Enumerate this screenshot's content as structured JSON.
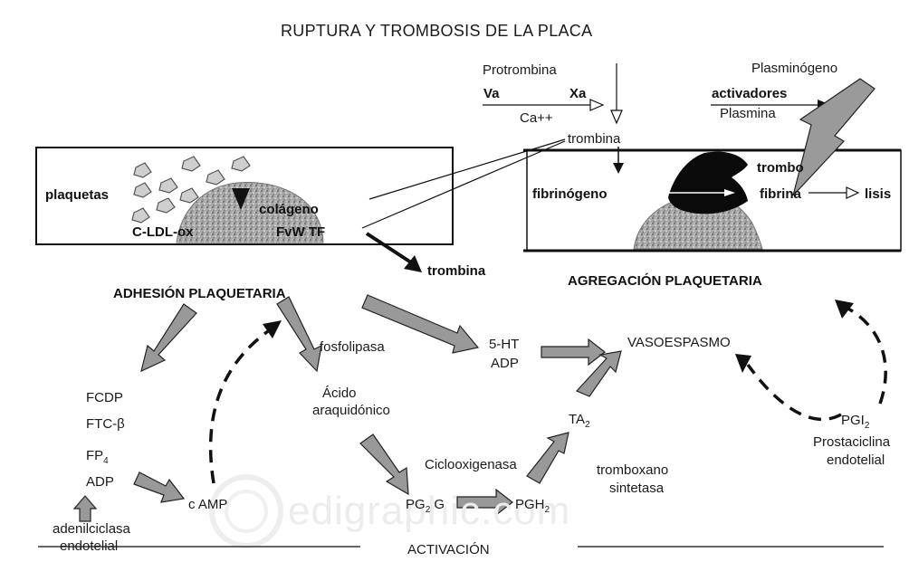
{
  "title": "RUPTURA Y TROMBOSIS DE LA  PLACA",
  "top_left": {
    "protrombina": "Protrombina",
    "va": "Va",
    "xa": "Xa",
    "ca": "Ca++",
    "trombina": "trombina"
  },
  "top_right": {
    "plasminogeno": "Plasminógeno",
    "activadores": "activadores",
    "plasmina": "Plasmina"
  },
  "left_vessel": {
    "plaquetas": "plaquetas",
    "colageno": "colágeno",
    "cldl": "C-LDL-ox",
    "fvw": "FvW TF"
  },
  "right_vessel": {
    "trombo": "trombo",
    "fibrinogeno": "fibrinógeno",
    "fibrina": "fibrina",
    "lisis": "lisis"
  },
  "trombina_out": "trombina",
  "adhesion": "ADHESIÓN  PLAQUETARIA",
  "agregacion": "AGREGACIÓN  PLAQUETARIA",
  "left_factors": {
    "fcdp": "FCDP",
    "ftc": "FTC-β",
    "fp": "FP",
    "fp_sub": "4",
    "adp": "ADP",
    "adenil1": "adenilciclasa",
    "adenil2": "endotelial"
  },
  "camp": "c AMP",
  "fosfolipasa": "fosfolipasa",
  "acido1": "Ácido",
  "acido2": "araquidónico",
  "ht": "5-HT",
  "ht_adp": "ADP",
  "vasoespasmo": "VASOESPASMO",
  "ta": "TA",
  "ta_sub": "2",
  "ciclo": "Ciclooxigenasa",
  "pg2g": "PG",
  "pg2g_sub": "2",
  "pg2g_g": " G",
  "pgh": "PGH",
  "pgh_sub": "2",
  "tromboxano1": "tromboxano",
  "tromboxano2": "sintetasa",
  "pgi": "PGI",
  "pgi_sub": "2",
  "prosta1": "Prostaciclina",
  "prosta2": "endotelial",
  "activacion": "ACTIVACIÓN",
  "watermark": "edigraphic.com"
}
